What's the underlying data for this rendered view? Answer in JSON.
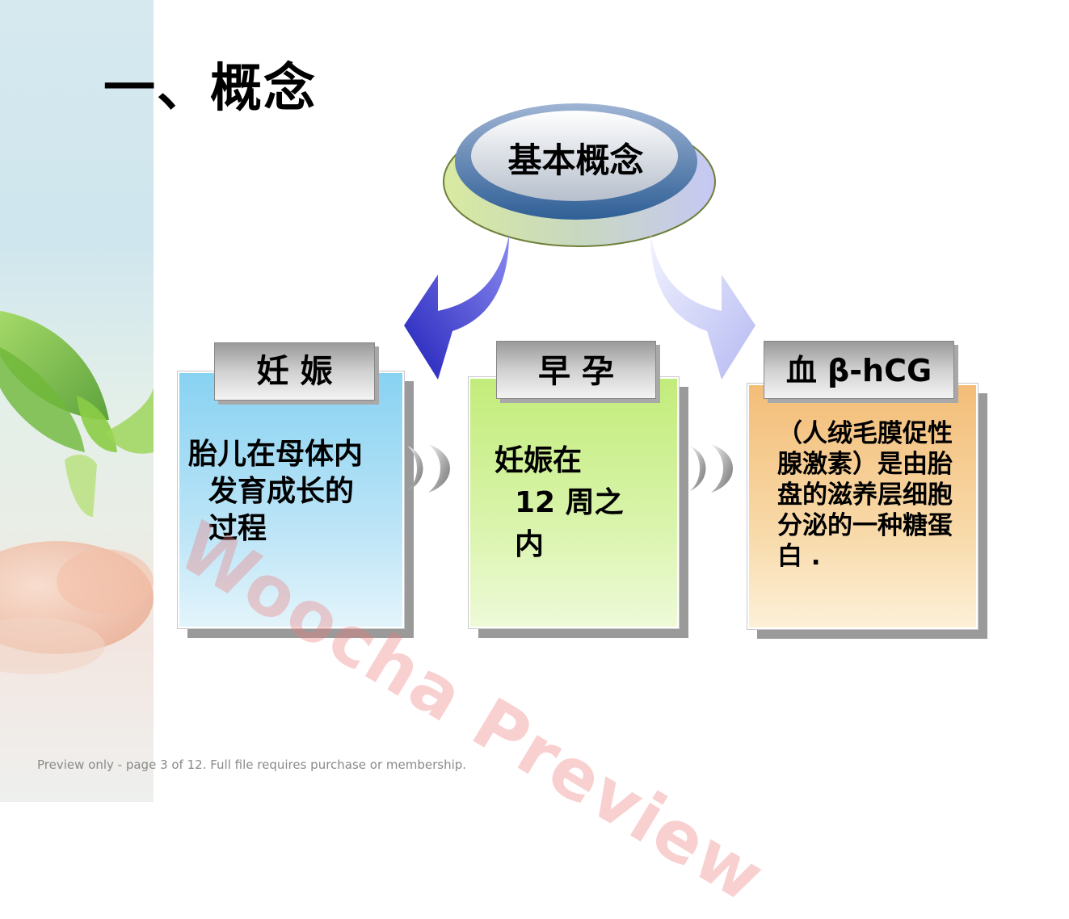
{
  "title": "一、概念",
  "center": {
    "label": "基本概念"
  },
  "terms": [
    {
      "header": "妊 娠",
      "body_lines": [
        "胎儿在母体内",
        "发育成长的",
        "过程"
      ]
    },
    {
      "header": "早 孕",
      "body_lines": [
        "妊娠在",
        "12 周之",
        "内"
      ]
    },
    {
      "header": "血 β-hCG",
      "body_lines": [
        "（人绒毛膜促性",
        "腺激素）是由胎",
        "盘的滋养层细胞",
        "分泌的一种糖蛋",
        "白 ."
      ]
    }
  ],
  "watermark": "Woocha Preview",
  "footer": "Preview only - page 3 of 12. Full file requires purchase or membership.",
  "colors": {
    "card1": "#8fd4f2",
    "card2": "#c8ef88",
    "card3": "#f4c68a",
    "arrow_left": "#3333cc",
    "arrow_right": "#c9cdf6"
  }
}
